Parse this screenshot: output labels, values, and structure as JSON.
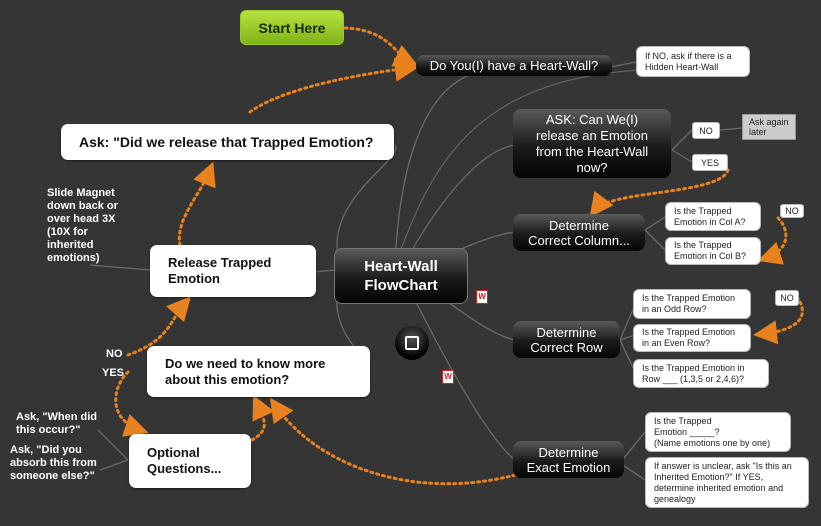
{
  "start": "Start Here",
  "heart_wall_q": "Do You(I) have a Heart-Wall?",
  "hidden_note": "If NO, ask if there is a Hidden Heart-Wall",
  "central": [
    "Heart-Wall",
    "FlowChart"
  ],
  "ask_release": [
    "ASK: Can We(I)",
    "release an Emotion",
    "from the Heart-Wall",
    "now?"
  ],
  "no": "NO",
  "yes": "YES",
  "ask_again": "Ask again later",
  "determine_column": [
    "Determine",
    "Correct Column..."
  ],
  "col_a": "Is the Trapped Emotion in Col A?",
  "col_b": "Is the Trapped Emotion in Col B?",
  "determine_row": [
    "Determine",
    "Correct Row"
  ],
  "odd_row": "Is the Trapped Emotion in an Odd Row?",
  "even_row": "Is the Trapped Emotion in an Even Row?",
  "row_num": "Is the Trapped Emotion in Row ___ (1,3,5 or 2,4,6)?",
  "determine_emotion": [
    "Determine",
    "Exact Emotion"
  ],
  "emotion_q": [
    "Is the Trapped",
    "Emotion _____?",
    "(Name emotions one by one)"
  ],
  "inherited_q": "If answer is unclear, ask \"Is this an Inherited Emotion?\" If YES, determine inherited emotion and  genealogy",
  "did_release": "Ask: \"Did we release that Trapped Emotion?",
  "release": [
    "Release Trapped",
    "Emotion"
  ],
  "slide_magnet": [
    "Slide Magnet",
    "down back or",
    "over head 3X",
    "(10X for",
    "inherited",
    "emotions)"
  ],
  "know_more": [
    "Do we need to know more",
    "about this emotion?"
  ],
  "optional": [
    "Optional",
    "Questions..."
  ],
  "when_occur": [
    "Ask, \"When did",
    "this occur?\""
  ],
  "absorb": [
    "Ask, \"Did you",
    "absorb this from",
    "someone else?\""
  ],
  "doc_icon": "W",
  "colors": {
    "background": "#353535",
    "arrow": "#e8821f",
    "start": "#9ed12c"
  }
}
